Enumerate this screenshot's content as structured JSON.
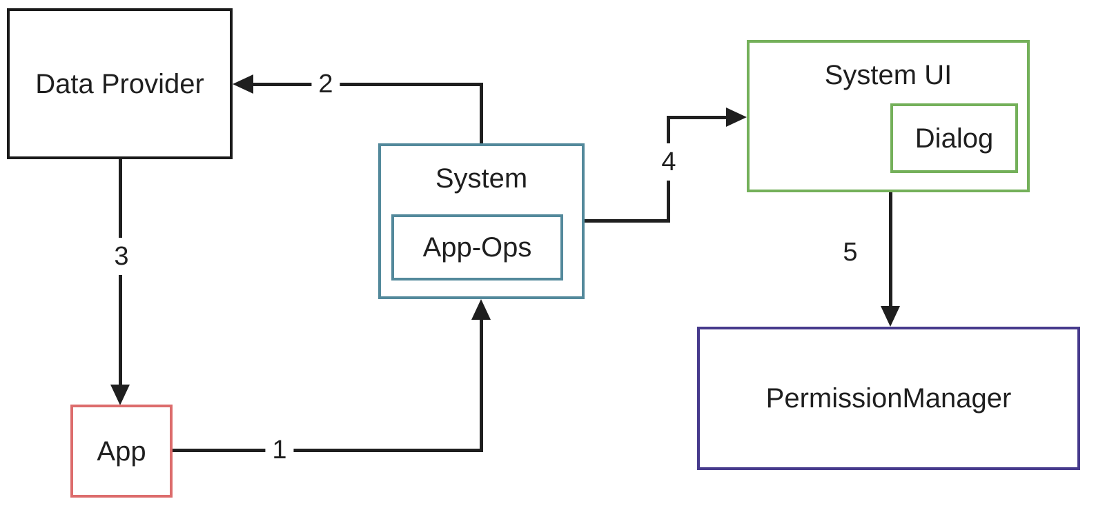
{
  "diagram": {
    "nodes": [
      {
        "id": "data-provider",
        "label": "Data Provider",
        "border_color": "#1a1a1a"
      },
      {
        "id": "system",
        "label": "System",
        "border_color": "#53899b"
      },
      {
        "id": "app-ops",
        "label": "App-Ops",
        "border_color": "#53899b",
        "parent": "system"
      },
      {
        "id": "system-ui",
        "label": "System UI",
        "border_color": "#74b05a"
      },
      {
        "id": "dialog",
        "label": "Dialog",
        "border_color": "#74b05a",
        "parent": "system-ui"
      },
      {
        "id": "permission-manager",
        "label": "PermissionManager",
        "border_color": "#463a8c"
      },
      {
        "id": "app",
        "label": "App",
        "border_color": "#dc6c6c"
      }
    ],
    "edges": [
      {
        "label": "1",
        "from": "app",
        "to": "system",
        "arrow_into": "system bottom edge, pointing up"
      },
      {
        "label": "2",
        "from": "system",
        "to": "data-provider",
        "arrow_into": "data-provider right edge, pointing left"
      },
      {
        "label": "3",
        "from": "data-provider",
        "to": "app",
        "arrow_into": "app top edge, pointing down"
      },
      {
        "label": "4",
        "from": "system",
        "to": "system-ui",
        "arrow_into": "system-ui left edge, pointing right"
      },
      {
        "label": "5",
        "from": "system-ui",
        "to": "permission-manager",
        "arrow_into": "permission-manager top edge, pointing down"
      }
    ],
    "colors": {
      "line": "#1f1f1f",
      "text": "#1f1f1f",
      "background": "#ffffff"
    }
  }
}
